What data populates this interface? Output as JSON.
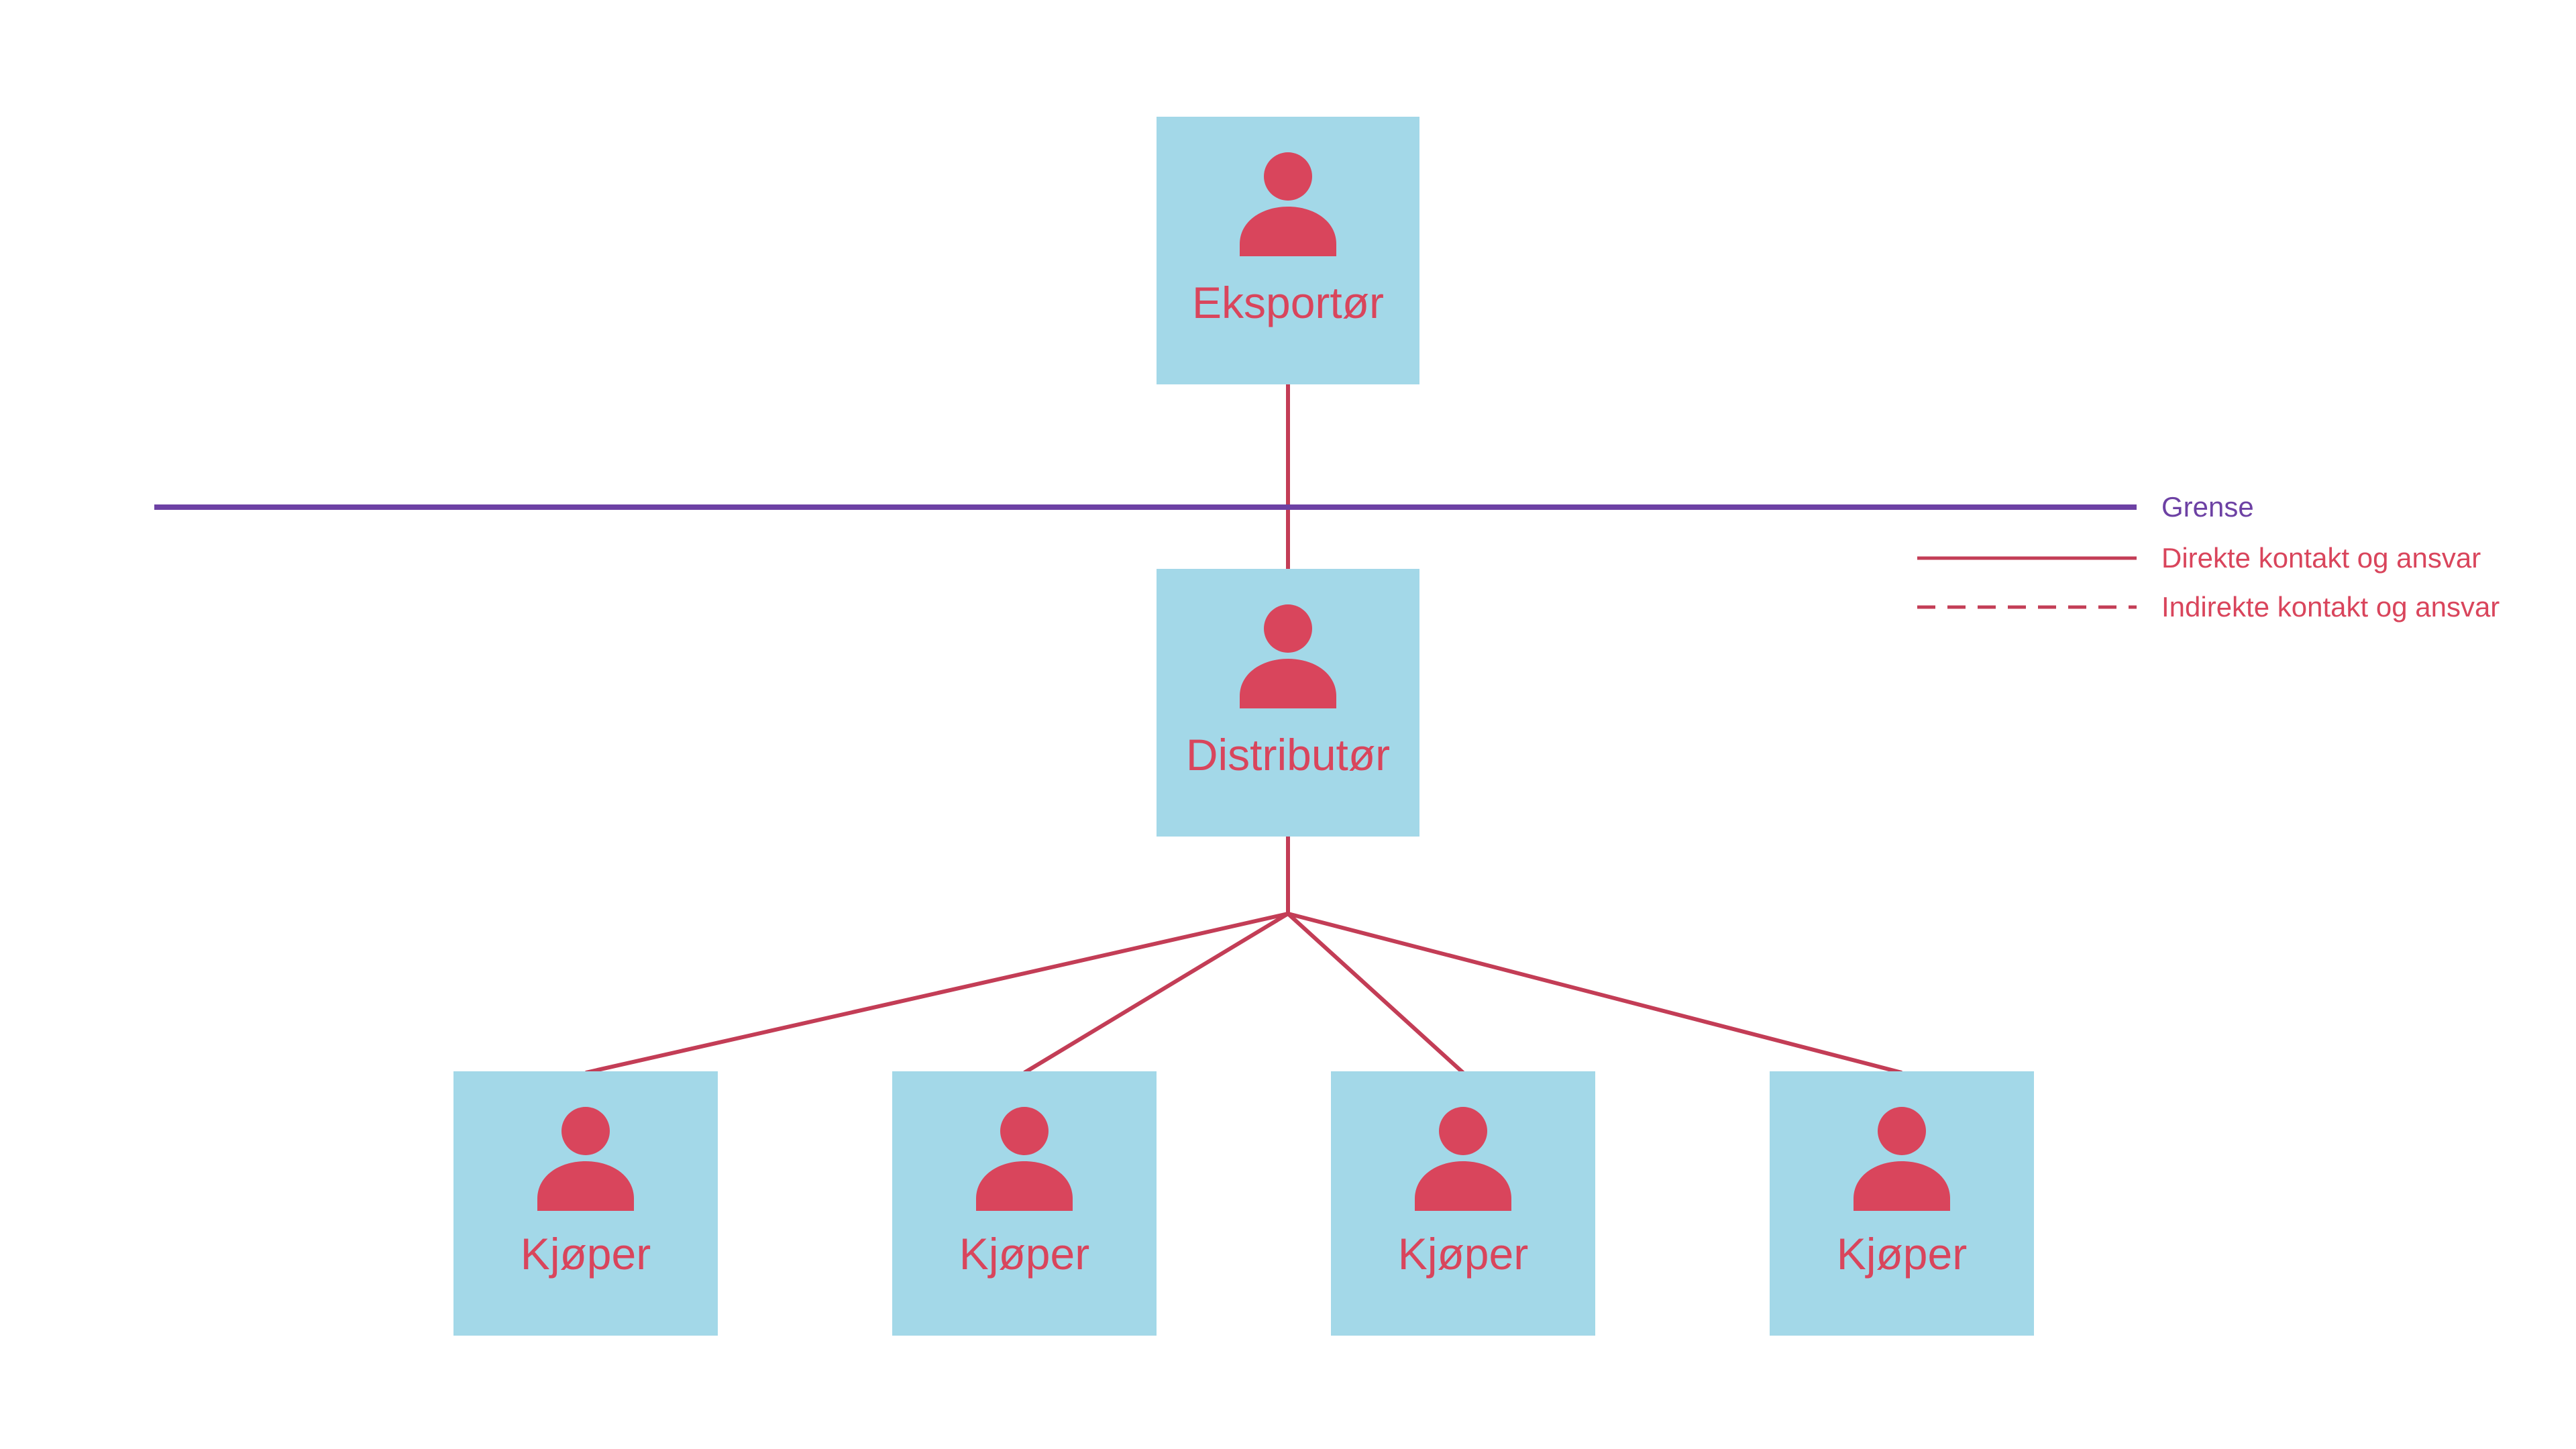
{
  "nodes": {
    "exporter": {
      "label": "Eksportør"
    },
    "distributor": {
      "label": "Distributør"
    },
    "buyers": [
      {
        "label": "Kjøper"
      },
      {
        "label": "Kjøper"
      },
      {
        "label": "Kjøper"
      },
      {
        "label": "Kjøper"
      }
    ]
  },
  "legend": {
    "items": [
      {
        "label": "Grense",
        "line_style": "solid",
        "color": "#6D41A4"
      },
      {
        "label": "Direkte kontakt og ansvar",
        "line_style": "solid",
        "color": "#C33D56"
      },
      {
        "label": "Indirekte kontakt og ansvar",
        "line_style": "dashed",
        "color": "#C33D56"
      }
    ]
  },
  "icons": {
    "person": "person-silhouette"
  },
  "colors": {
    "background": "#FFFFFF",
    "box_fill": "#A3D8E8",
    "icon_red": "#D9455C",
    "label_red": "#D9455C",
    "connector_red": "#C33D56",
    "border_purple": "#6D41A4"
  }
}
